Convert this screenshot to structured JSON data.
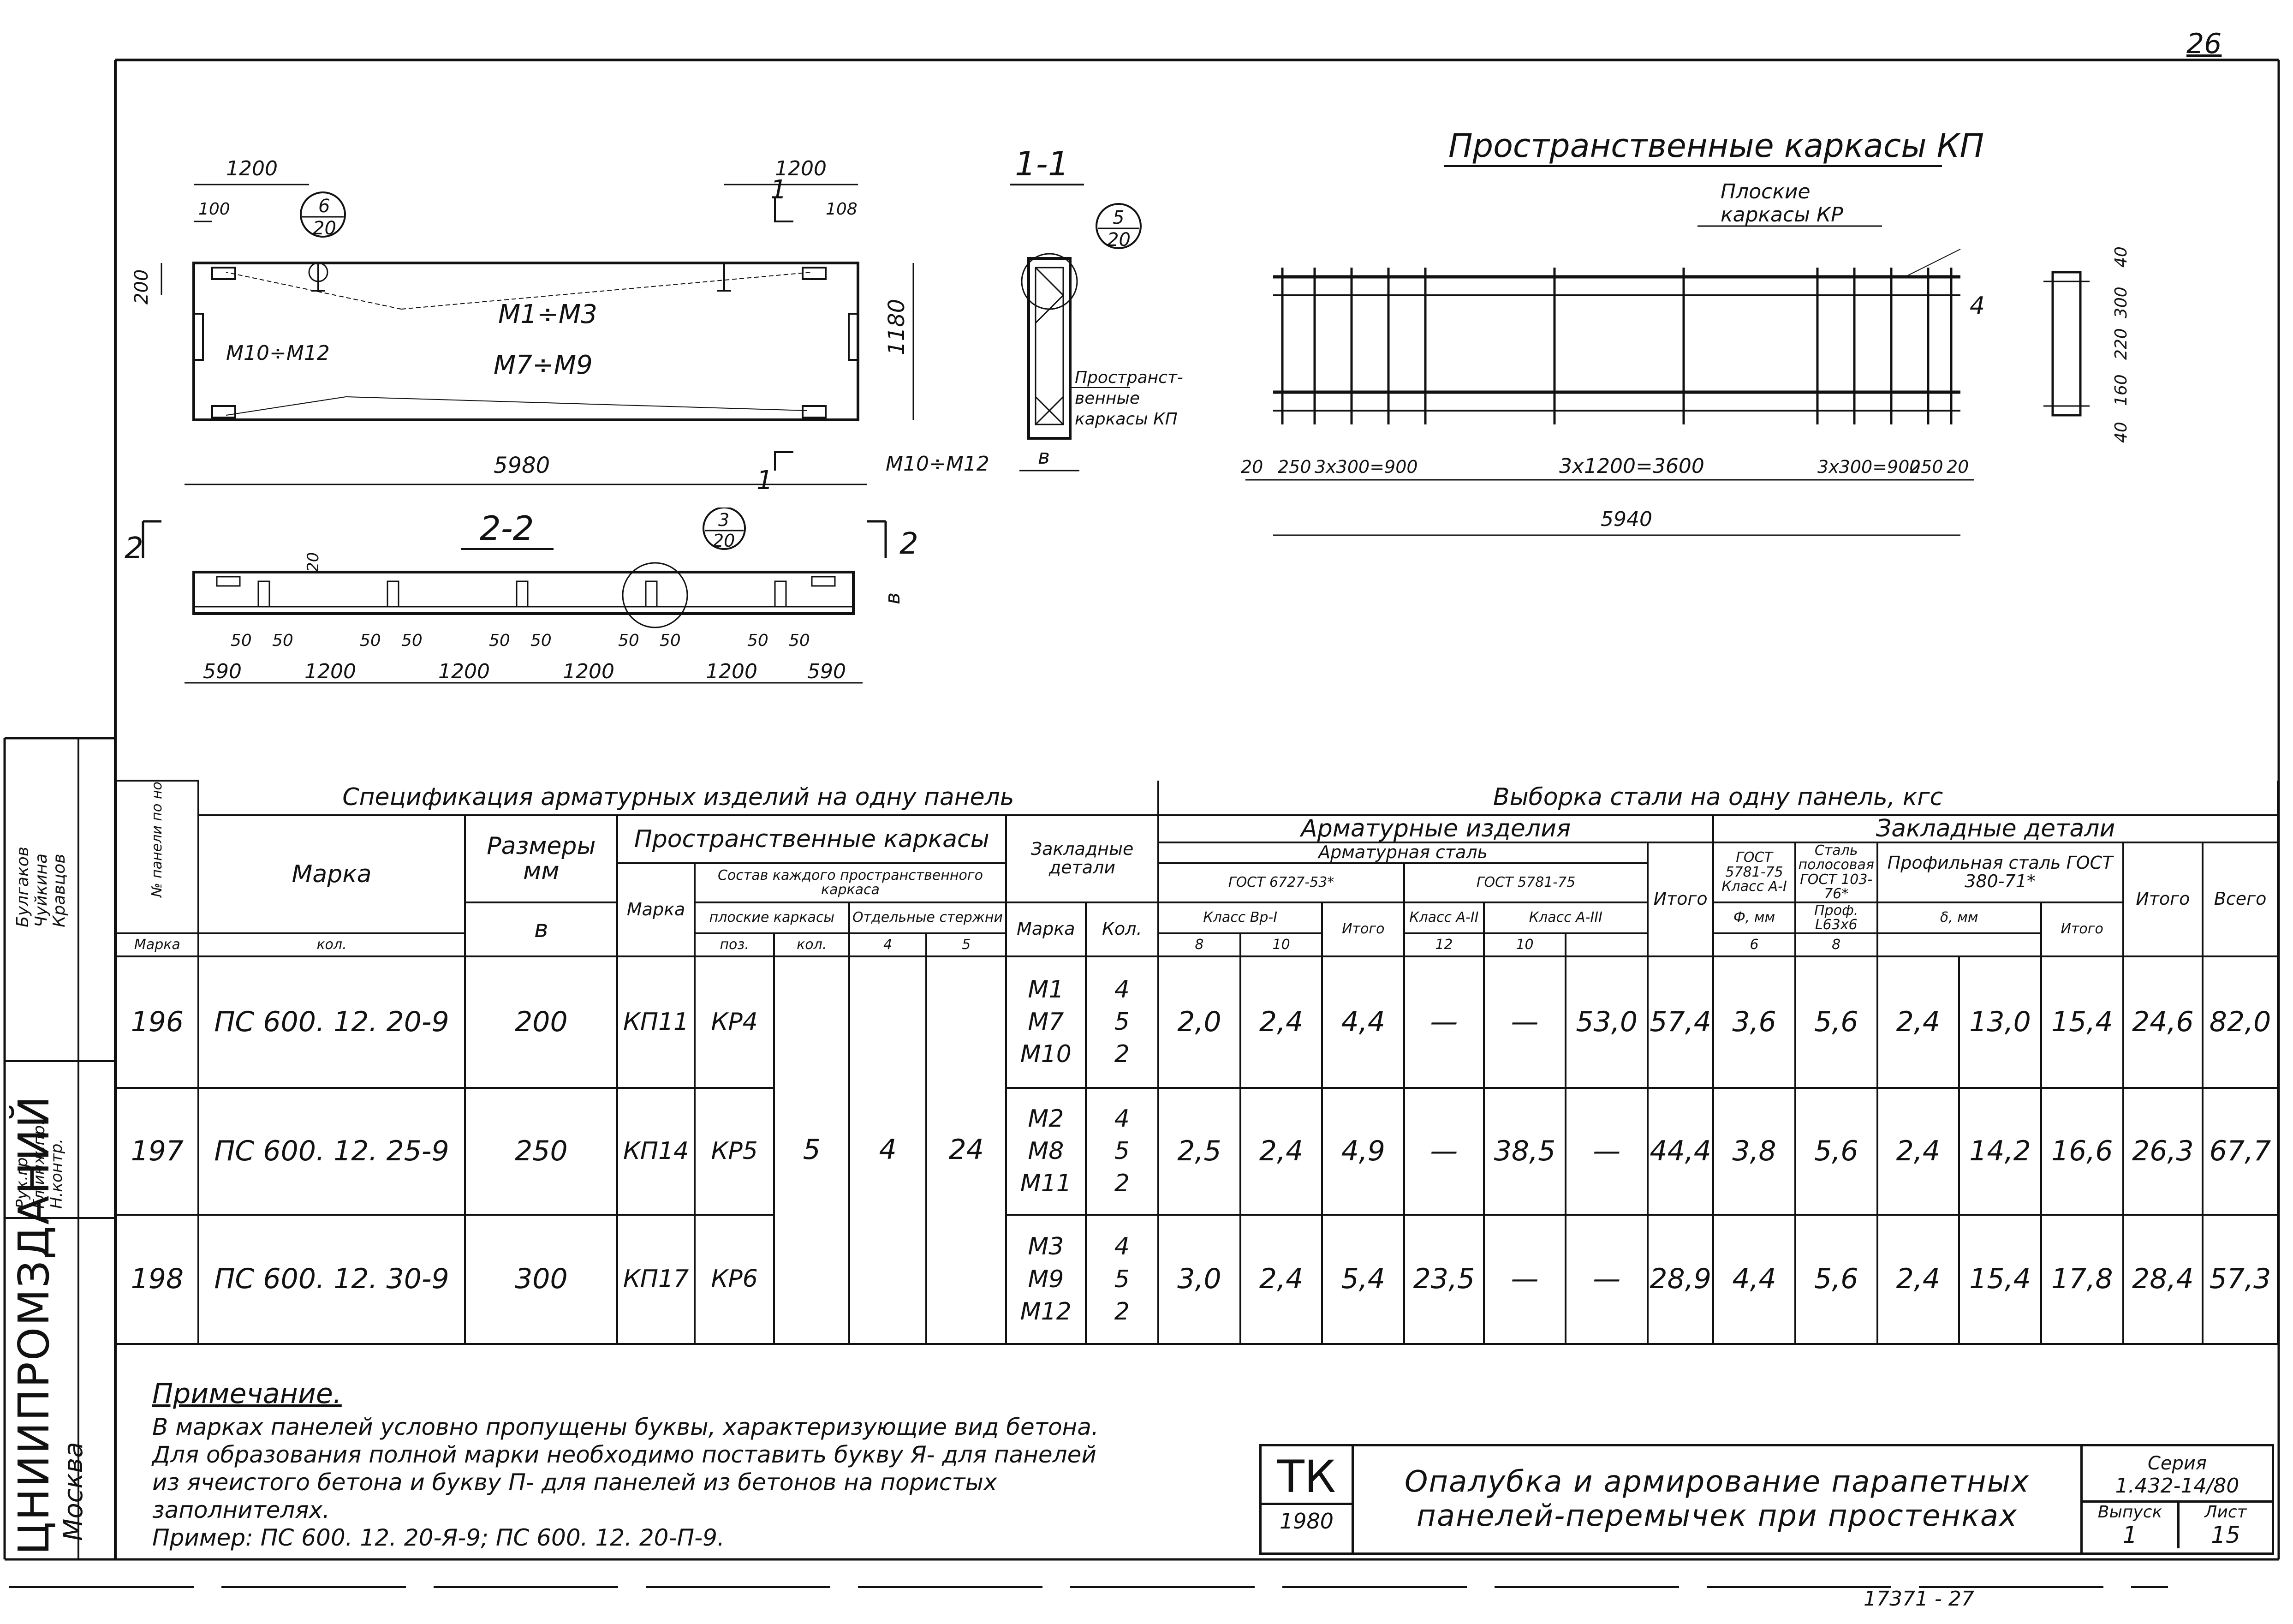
{
  "page_number": "26",
  "stamp": {
    "org": "ЦНИИПРОМЗДАНИЙ",
    "city": "Москва",
    "roles": [
      "Рук.гр.",
      "Гл.инж.пр.",
      "Н.контр."
    ],
    "names": [
      "Булгаков",
      "Чуйкина",
      "Кравцов"
    ]
  },
  "drawing_front": {
    "dims_top": [
      "1200",
      "100",
      "1200",
      "108"
    ],
    "height": "1180",
    "left_dim": "200",
    "length": "5980",
    "labels": [
      "М1÷М3",
      "М7÷М9",
      "М10÷М12",
      "М10÷М12"
    ],
    "callout": {
      "num": "6",
      "den": "20"
    },
    "section_mark": "1"
  },
  "section_1_1": {
    "title": "1-1",
    "callout": {
      "num": "5",
      "den": "20"
    },
    "note": [
      "Пространст-",
      "венные",
      "каркасы КП"
    ],
    "width_label": "в"
  },
  "section_2_2": {
    "title": "2-2",
    "mark": "2",
    "callout": {
      "num": "3",
      "den": "20"
    },
    "depth": "20",
    "width_label": "в",
    "gaps": [
      "50",
      "50",
      "50",
      "50",
      "50",
      "50",
      "50",
      "50",
      "50",
      "50"
    ],
    "bottom_dims": [
      "590",
      "1200",
      "1200",
      "1200",
      "1200",
      "590"
    ]
  },
  "frame_kp": {
    "title": "Пространственные каркасы КП",
    "sub": [
      "Плоские",
      "каркасы КР"
    ],
    "item_num": "4",
    "dims": [
      "20",
      "250",
      "3x300=900",
      "3x1200=3600",
      "3x300=900",
      "250",
      "20"
    ],
    "total": "5940",
    "side_dims": [
      "40",
      "160",
      "220",
      "300",
      "40"
    ]
  },
  "spec_table": {
    "header_left": "Спецификация арматурных изделий на одну панель",
    "header_right": "Выборка стали на одну панель, кгс",
    "col_num": "№ панели по номенклатуре",
    "col_mark": "Марка",
    "col_size": "Размеры мм",
    "col_size_sub": "в",
    "col_prostr": "Пространственные каркасы",
    "col_prostr_mark": "Марка",
    "col_sostav": "Состав каждого пространственного каркаса",
    "col_plosk": "плоские каркасы",
    "col_plosk_mark": "Марка",
    "col_plosk_qty": "кол.",
    "col_otd": "Отдельные стержни",
    "col_otd_pos": "поз.",
    "col_otd_qty": "кол.",
    "col_zakl": "Закладные детали",
    "col_zakl_mark": "Марка",
    "col_zakl_qty": "Кол.",
    "col_arm_izd": "Арматурные изделия",
    "col_arm_stal": "Арматурная сталь",
    "col_gost1": "ГОСТ 6727-53*",
    "col_klass1": "Класс Вр-I",
    "col_phi": "Ф, мм",
    "col_d4": "4",
    "col_d5": "5",
    "col_itogo1": "Итого",
    "col_gost2": "ГОСТ 5781-75",
    "col_klass2": "Класс А-III",
    "col_klass3": "Класс А-II",
    "col_d8": "8",
    "col_d10": "10",
    "col_d12": "12",
    "col_itogo2": "Итого",
    "col_zakl_det": "Закладные детали",
    "col_gost3": "ГОСТ 5781-75 Класс А-I",
    "col_d10b": "10",
    "col_stal_pol": "Сталь полосовая ГОСТ 103-76*",
    "col_prof_size": "Проф. L63x6",
    "col_prof": "Профильная сталь ГОСТ 380-71*",
    "col_delta": "δ, мм",
    "col_d6": "6",
    "col_d8b": "8",
    "col_itogo3": "Итого",
    "col_itogo4": "Итого",
    "col_vsego": "Всего",
    "shared": {
      "plosk_qty": "5",
      "otd_pos": "4",
      "otd_qty": "24"
    },
    "rows": [
      {
        "num": "196",
        "mark": "ПС 600. 12. 20-9",
        "b": "200",
        "kp": "КП11",
        "kr": "КР4",
        "zakl": [
          "М1",
          "М7",
          "М10"
        ],
        "zakl_qty": [
          "4",
          "5",
          "2"
        ],
        "v4": "2,0",
        "v5": "2,4",
        "it1": "4,4",
        "v8": "—",
        "v10": "—",
        "v12": "53,0",
        "it2": "57,4",
        "a1": "3,6",
        "pol": "5,6",
        "p6": "2,4",
        "p8": "13,0",
        "it3": "15,4",
        "it4": "24,6",
        "total": "82,0"
      },
      {
        "num": "197",
        "mark": "ПС 600. 12. 25-9",
        "b": "250",
        "kp": "КП14",
        "kr": "КР5",
        "zakl": [
          "М2",
          "М8",
          "М11"
        ],
        "zakl_qty": [
          "4",
          "5",
          "2"
        ],
        "v4": "2,5",
        "v5": "2,4",
        "it1": "4,9",
        "v8": "—",
        "v10": "38,5",
        "v12": "—",
        "it2": "44,4",
        "a1": "3,8",
        "pol": "5,6",
        "p6": "2,4",
        "p8": "14,2",
        "it3": "16,6",
        "it4": "26,3",
        "total": "67,7"
      },
      {
        "num": "198",
        "mark": "ПС 600. 12. 30-9",
        "b": "300",
        "kp": "КП17",
        "kr": "КР6",
        "zakl": [
          "М3",
          "М9",
          "М12"
        ],
        "zakl_qty": [
          "4",
          "5",
          "2"
        ],
        "v4": "3,0",
        "v5": "2,4",
        "it1": "5,4",
        "v8": "23,5",
        "v10": "—",
        "v12": "—",
        "it2": "28,9",
        "a1": "4,4",
        "pol": "5,6",
        "p6": "2,4",
        "p8": "15,4",
        "it3": "17,8",
        "it4": "28,4",
        "total": "57,3"
      }
    ]
  },
  "note": {
    "head": "Примечание.",
    "lines": [
      "В марках панелей условно пропущены буквы, характеризующие вид бетона.",
      "Для образования полной марки необходимо поставить букву Я- для панелей",
      "из ячеистого бетона и букву П- для панелей из бетонов на пористых",
      "заполнителях.",
      "Пример: ПС 600. 12. 20-Я-9; ПС 600. 12. 20-П-9."
    ]
  },
  "title_block": {
    "tk": "ТК",
    "year": "1980",
    "title1": "Опалубка и армирование парапетных",
    "title2": "панелей-перемычек при простенках",
    "seria_label": "Серия",
    "seria": "1.432-14/80",
    "vypusk_label": "Выпуск",
    "vypusk": "1",
    "list_label": "Лист",
    "list": "15"
  },
  "bottom_code": "17371 - 27"
}
